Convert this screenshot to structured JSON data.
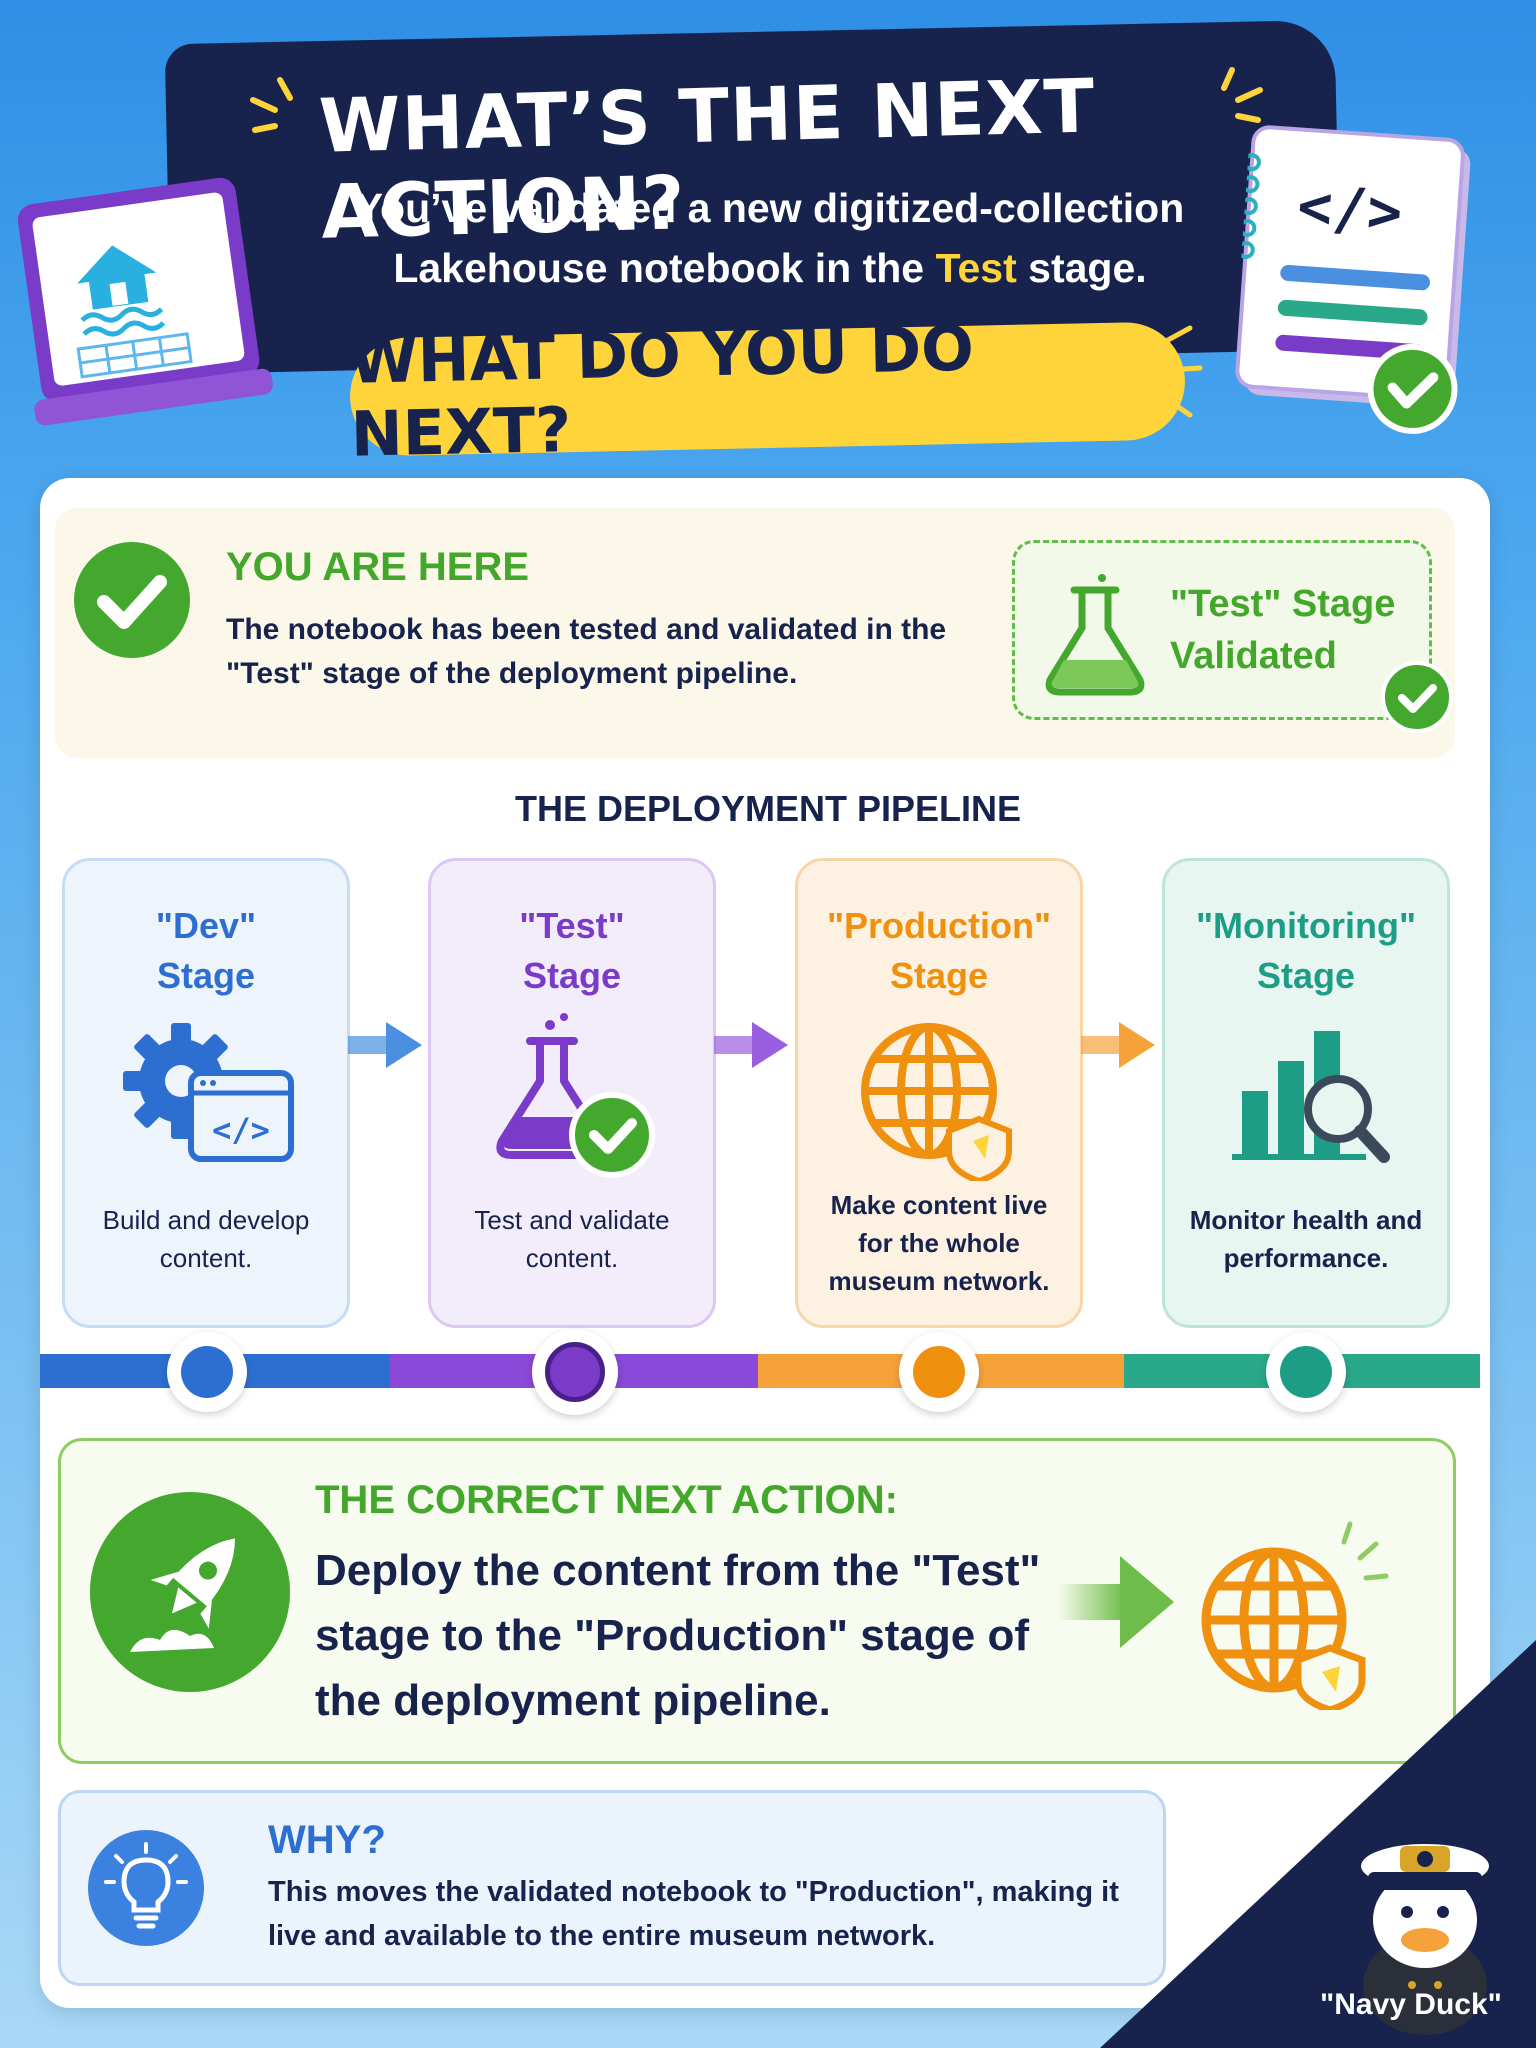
{
  "header": {
    "title": "WHAT’S THE NEXT ACTION?",
    "subtitle_line1": "You’ve validated a new digitized-collection",
    "subtitle_line2_pre": "Lakehouse notebook in the ",
    "subtitle_line2_hl": "Test",
    "subtitle_line2_post": " stage.",
    "question": "WHAT DO YOU DO NEXT?"
  },
  "you_are_here": {
    "title": "YOU ARE HERE",
    "text": "The notebook has been tested and validated in the \"Test\" stage of the deployment pipeline.",
    "badge_line1": "\"Test\" Stage",
    "badge_line2": "Validated"
  },
  "pipeline": {
    "title": "THE DEPLOYMENT PIPELINE",
    "stages": [
      {
        "line1": "\"Dev\"",
        "line2": "Stage",
        "desc": "Build and develop content.",
        "color": "#2d6fd0",
        "icon": "gear-code-icon"
      },
      {
        "line1": "\"Test\"",
        "line2": "Stage",
        "desc": "Test and validate content.",
        "color": "#7a3bc8",
        "icon": "flask-check-icon"
      },
      {
        "line1": "\"Production\"",
        "line2": "Stage",
        "desc": "Make content live for the whole museum network.",
        "color": "#f0900f",
        "icon": "globe-shield-icon"
      },
      {
        "line1": "\"Monitoring\"",
        "line2": "Stage",
        "desc": "Monitor health and performance.",
        "color": "#1e9d86",
        "icon": "chart-magnifier-icon"
      }
    ]
  },
  "action": {
    "title": "THE CORRECT NEXT ACTION:",
    "text": "Deploy the content from the \"Test\" stage to the \"Production\" stage of the deployment pipeline."
  },
  "why": {
    "title": "WHY?",
    "text": "This moves the validated notebook to \"Production\", making it live and available to the entire museum network."
  },
  "mascot": {
    "label": "\"Navy Duck\""
  }
}
